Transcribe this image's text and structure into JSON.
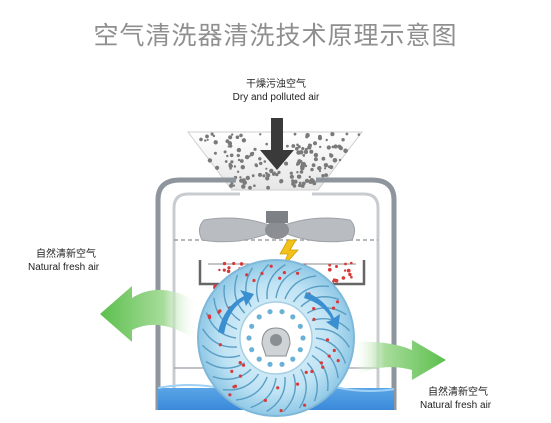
{
  "title": "空气清洗器清洗技术原理示意图",
  "input_air": {
    "label_cn": "干燥污浊空气",
    "label_en": "Dry and polluted air"
  },
  "output_air_left": {
    "label_cn": "自然清新空气",
    "label_en": "Natural fresh air"
  },
  "output_air_right": {
    "label_cn": "自然清新空气",
    "label_en": "Natural fresh air"
  },
  "colors": {
    "title_text": "#8f8f8f",
    "housing": "#9aa0a6",
    "fan": "#b9bcc0",
    "dirty_particles": "#7a7a7a",
    "pollutant_dots": "#d63a3a",
    "fresh_air_arrow": "#5cbf4d",
    "water": "#2f7fd6",
    "drum": "#bfe3f4",
    "lightning": "#f2c21b"
  }
}
